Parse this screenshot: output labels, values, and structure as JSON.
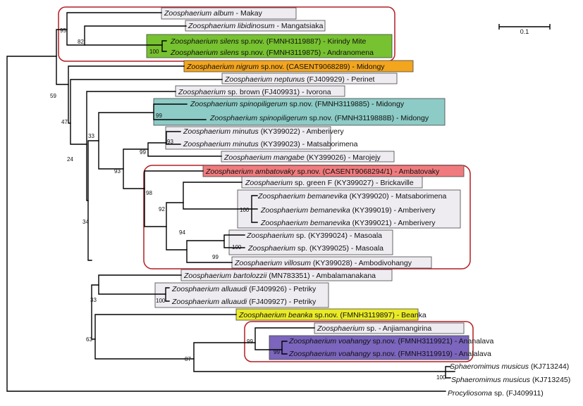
{
  "scale_bar_label": "0.1",
  "colors": {
    "green": "#77c230",
    "orange": "#f3a51e",
    "teal": "#8dcbc6",
    "red": "#f07b7e",
    "yellow": "#eaeb27",
    "purple": "#7b65bd",
    "grey": "#eeecf1",
    "clade_outline": "#b21f24"
  },
  "taxa": [
    {
      "genus": "Zoosphaerium",
      "epithet": "album",
      "suffix": " - Makay"
    },
    {
      "genus": "Zoosphaerium",
      "epithet": "libidinosum",
      "suffix": " - Mangatsiaka"
    },
    {
      "genus": "Zoosphaerium",
      "epithet": "silens",
      "suffix": " sp.nov. (FMNH3119887) - Kirindy Mite"
    },
    {
      "genus": "Zoosphaerium",
      "epithet": "silens",
      "suffix": " sp.nov. (FMNH3119875) - Andranomena"
    },
    {
      "genus": "Zoosphaerium",
      "epithet": "nigrum",
      "suffix": " sp.nov. (CASENT9068289) - Midongy"
    },
    {
      "genus": "Zoosphaerium",
      "epithet": "neptunus",
      "suffix": " (FJ409929) - Perinet"
    },
    {
      "genus": "Zoosphaerium",
      "epithet": "",
      "suffix": " sp. brown (FJ409931) - Ivorona"
    },
    {
      "genus": "Zoosphaerium",
      "epithet": "spinopiligerum",
      "suffix": " sp.nov. (FMNH3119885) - Midongy"
    },
    {
      "genus": "Zoosphaerium",
      "epithet": "spinopiligerum",
      "suffix": " sp.nov. (FMNH3119888B) - Midongy"
    },
    {
      "genus": "Zoosphaerium",
      "epithet": "minutus",
      "suffix": " (KY399022) - Amberivery"
    },
    {
      "genus": "Zoosphaerium",
      "epithet": "minutus",
      "suffix": " (KY399023) - Matsaborimena"
    },
    {
      "genus": "Zoosphaerium",
      "epithet": "mangabe",
      "suffix": " (KY399026) - Marojejy"
    },
    {
      "genus": "Zoosphaerium",
      "epithet": "ambatovaky",
      "suffix": " sp.nov. (CASENT9068294/1) - Ambatovaky"
    },
    {
      "genus": "Zoosphaerium",
      "epithet": "",
      "suffix": " sp. green F (KY399027) - Brickaville"
    },
    {
      "genus": "Zoosphaerium",
      "epithet": "bemanevika",
      "suffix": " (KY399020) - Matsaborimena"
    },
    {
      "genus": "Zoosphaerium",
      "epithet": "bemanevika",
      "suffix": " (KY399019)  - Amberivery"
    },
    {
      "genus": "Zoosphaerium",
      "epithet": "bemanevika",
      "suffix": " (KY399021) - Amberivery"
    },
    {
      "genus": "Zoosphaerium",
      "epithet": "",
      "suffix": " sp. (KY399024) - Masoala"
    },
    {
      "genus": "Zoosphaerium",
      "epithet": "",
      "suffix": " sp. (KY399025) - Masoala"
    },
    {
      "genus": "Zoosphaerium",
      "epithet": "villosum",
      "suffix": " (KY399028) - Ambodivohangy"
    },
    {
      "genus": "Zoosphaerium",
      "epithet": "bartolozzii",
      "suffix": " (MN783351) - Ambalamanakana"
    },
    {
      "genus": "Zoosphaerium",
      "epithet": "alluaudi",
      "suffix": " (FJ409926) - Petriky"
    },
    {
      "genus": "Zoosphaerium",
      "epithet": "alluaudi",
      "suffix": " (FJ409927) - Petriky"
    },
    {
      "genus": "Zoosphaerium",
      "epithet": "beanka",
      "suffix": " sp.nov. (FMNH3119897) - Beanka"
    },
    {
      "genus": "Zoosphaerium",
      "epithet": "",
      "suffix": " sp. - Anjiamangirina"
    },
    {
      "genus": "Zoosphaerium",
      "epithet": "voahangy",
      "suffix": " sp.nov. (FMNH3119921) - Ananalava"
    },
    {
      "genus": "Zoosphaerium",
      "epithet": "voahangy",
      "suffix": " sp.nov. (FMNH3119919) - Analalava"
    },
    {
      "genus": "Sphaeromimus",
      "epithet": "musicus",
      "suffix": " (KJ713244)"
    },
    {
      "genus": "Sphaeromimus",
      "epithet": "musicus",
      "suffix": " (KJ713245)"
    },
    {
      "genus": "Procyliosoma",
      "epithet": "",
      "suffix": " sp. (FJ409911)"
    }
  ],
  "support_values": [
    "95",
    "82",
    "100",
    "59",
    "47",
    "24",
    "33",
    "99",
    "93",
    "99",
    "93",
    "98",
    "92",
    "100",
    "94",
    "100",
    "99",
    "34",
    "33",
    "100",
    "63",
    "99",
    "99",
    "87",
    "100"
  ]
}
